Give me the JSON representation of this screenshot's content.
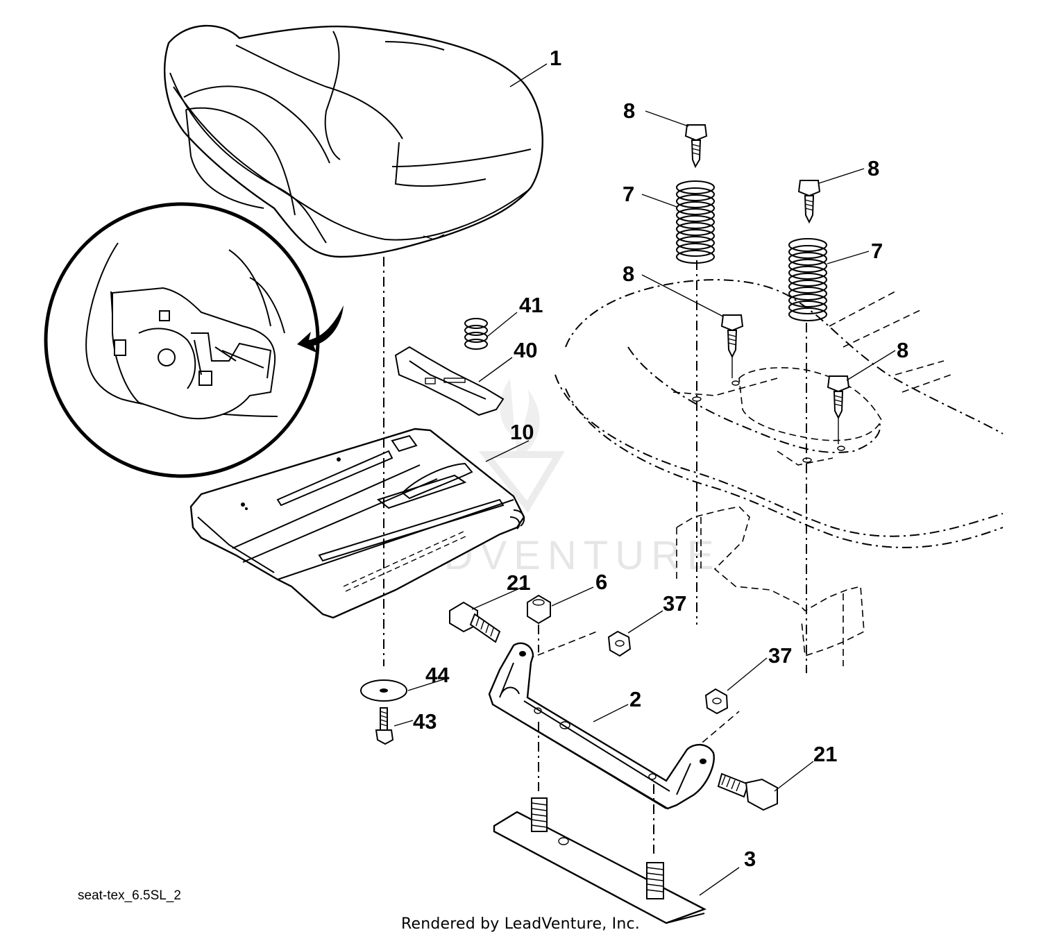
{
  "diagram": {
    "watermark_text": "LEADVENTURE",
    "part_labels": {
      "seat": "1",
      "bolt_top_left": "8",
      "bolt_top_right": "8",
      "bolt_mid_left": "8",
      "bolt_mid_right": "8",
      "spring_left": "7",
      "spring_right": "7",
      "small_spring": "41",
      "clip": "40",
      "seat_pan": "10",
      "bolt_21_left": "21",
      "nut_6": "6",
      "nut_37_upper": "37",
      "nut_37_lower": "37",
      "washer": "44",
      "screw": "43",
      "bracket": "2",
      "bolt_21_right": "21",
      "plate": "3"
    },
    "caption": "seat-tex_6.5SL_2",
    "footer": "Rendered by LeadVenture, Inc."
  }
}
